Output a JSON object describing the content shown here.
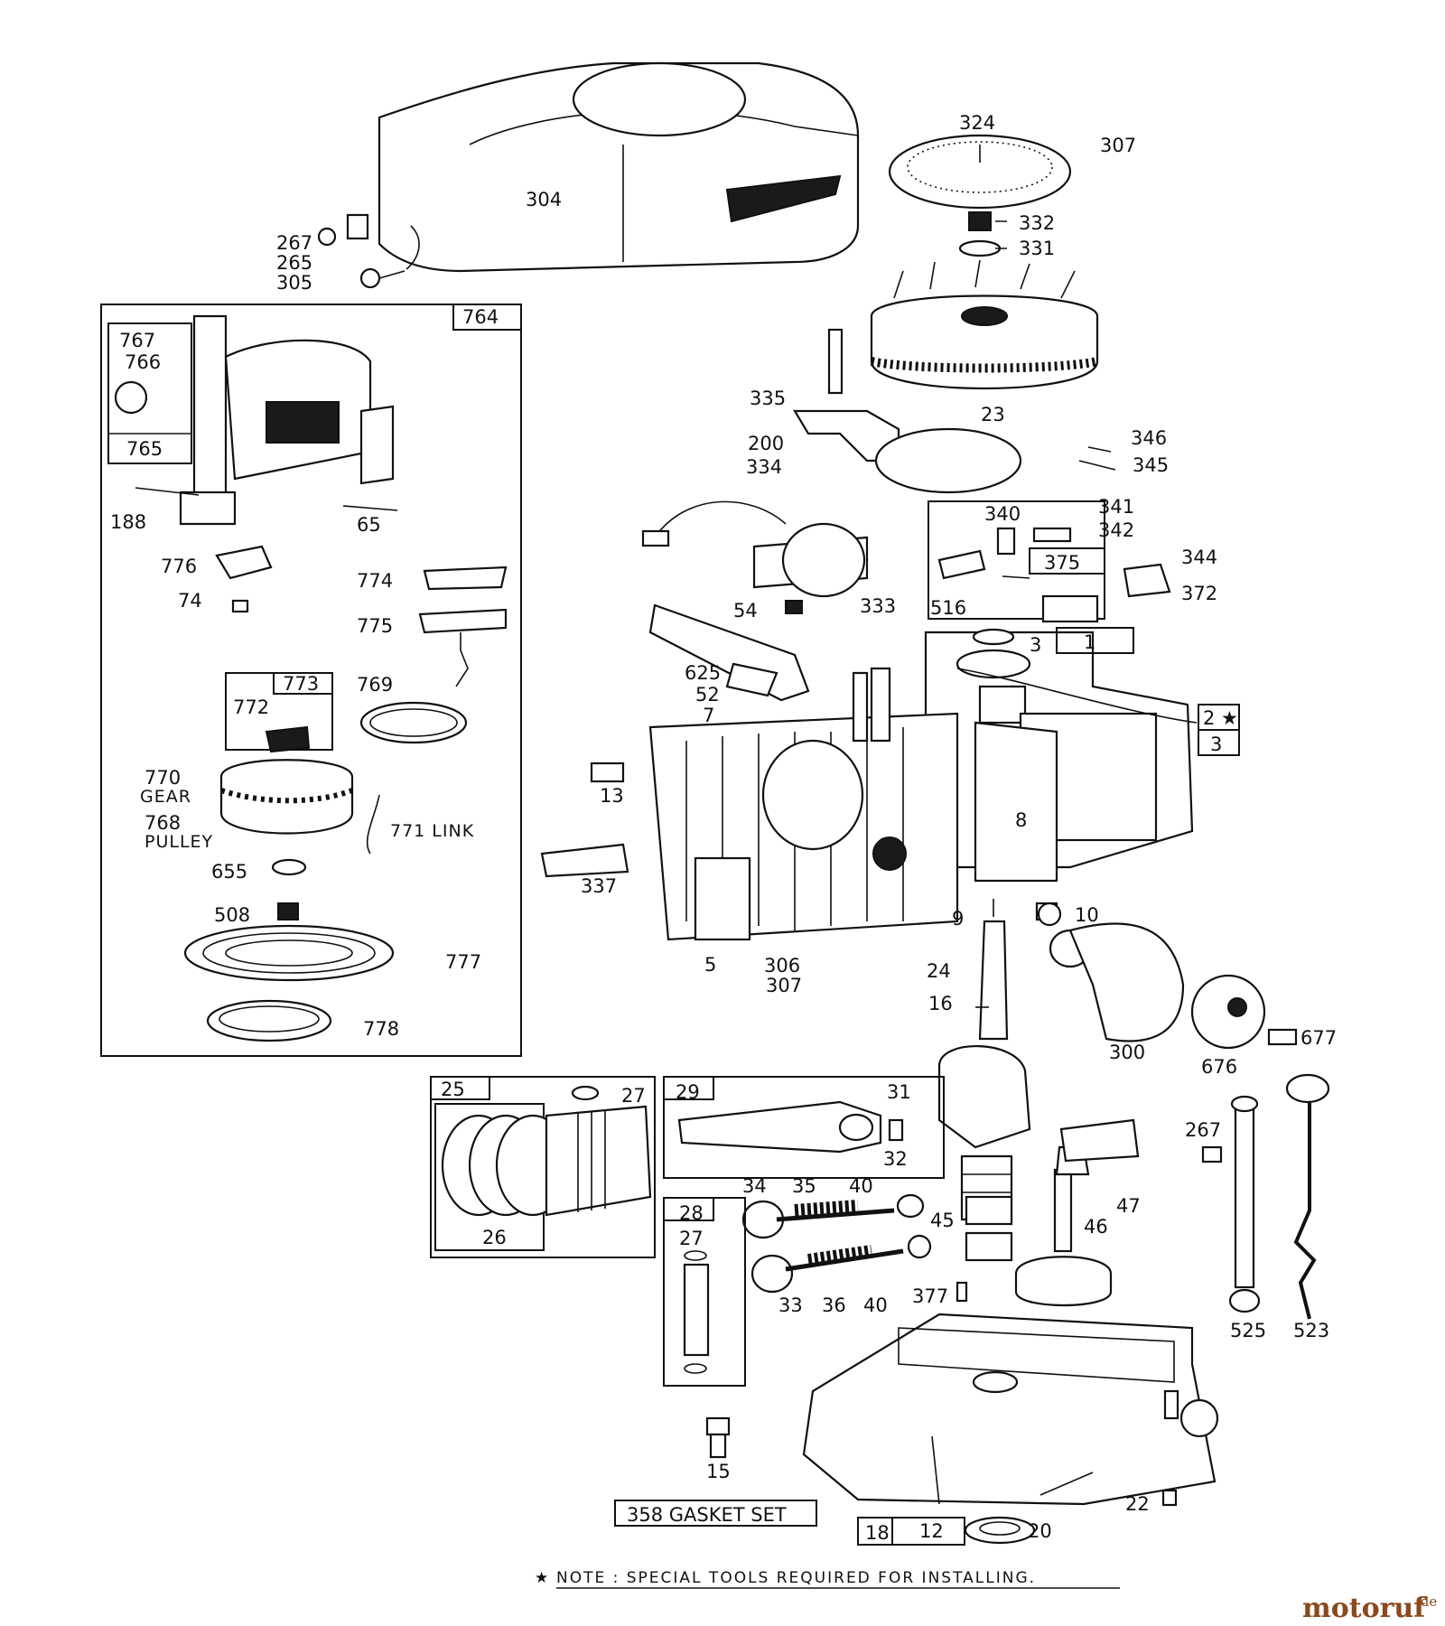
{
  "labels": {
    "n304": "304",
    "n267a": "267",
    "n265": "265",
    "n305": "305",
    "n324": "324",
    "n307a": "307",
    "n332": "332",
    "n331": "331",
    "n764": "764",
    "n767": "767",
    "n766": "766",
    "n765": "765",
    "n188": "188",
    "n65": "65",
    "n776": "776",
    "n74": "74",
    "n774": "774",
    "n775": "775",
    "n773": "773",
    "n772": "772",
    "n769": "769",
    "n770": "770",
    "gear": "GEAR",
    "n768": "768",
    "pulley": "PULLEY",
    "n771": "771 LINK",
    "n655": "655",
    "n508": "508",
    "n777": "777",
    "n778": "778",
    "n335": "335",
    "n23": "23",
    "n200": "200",
    "n346": "346",
    "n345": "345",
    "n334": "334",
    "n340": "340",
    "n341": "341",
    "n342": "342",
    "n375": "375",
    "n344": "344",
    "n372": "372",
    "n333": "333",
    "n54": "54",
    "n516": "516",
    "n3a": "3",
    "n1": "1",
    "n625": "625",
    "n52": "52",
    "n7": "7",
    "n2": "2 ★",
    "n3b": "3",
    "n13": "13",
    "n8": "8",
    "n337": "337",
    "n9": "9",
    "n10": "10",
    "n5": "5",
    "n306": "306",
    "n307b": "307",
    "n24": "24",
    "n16": "16",
    "n300": "300",
    "n676": "676",
    "n677": "677",
    "n25": "25",
    "n27a": "27",
    "n26": "26",
    "n29": "29",
    "n31": "31",
    "n32": "32",
    "n34": "34",
    "n35": "35",
    "n40a": "40",
    "n45": "45",
    "n28": "28",
    "n27b": "27",
    "n33": "33",
    "n36": "36",
    "n40b": "40",
    "n377": "377",
    "n47": "47",
    "n46": "46",
    "n267b": "267",
    "n525": "525",
    "n523": "523",
    "n15": "15",
    "n358": "358 GASKET SET",
    "n22": "22",
    "n18": "18",
    "n12": "12",
    "n20": "20"
  },
  "footnote": {
    "star": "★",
    "text": "NOTE : SPECIAL TOOLS REQUIRED FOR INSTALLING."
  },
  "watermark": {
    "name": "motoruf",
    "suffix": ".de",
    "color": "#8a4a1c"
  }
}
